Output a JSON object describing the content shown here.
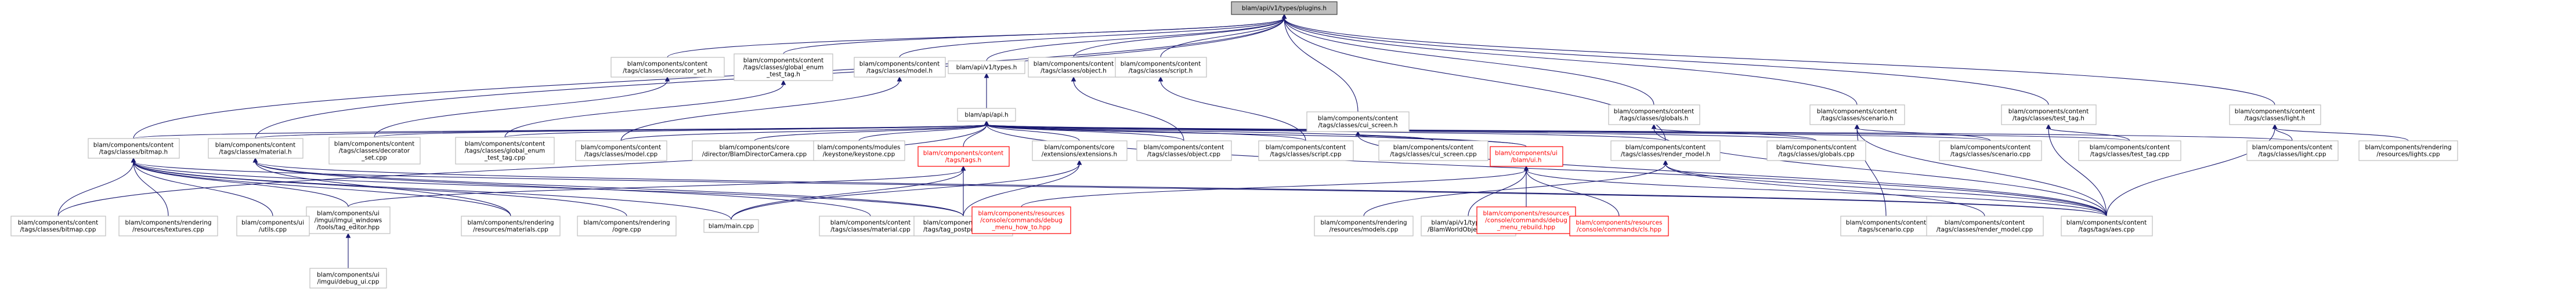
{
  "colors": {
    "node_fill": "#ffffff",
    "node_border": "#bfbfbf",
    "root_fill": "#bfbfbf",
    "root_border": "#404040",
    "missing_file": "#ff0000",
    "edge": "#191970"
  },
  "nodes": [
    {
      "id": "n0",
      "lines": [
        "blam/api/v1/types/plugins.h"
      ],
      "style": "root"
    },
    {
      "id": "n1",
      "lines": [
        "blam/components/content",
        "/tags/classes/decorator_set.h"
      ]
    },
    {
      "id": "n2",
      "lines": [
        "blam/components/content",
        "/tags/classes/global_enum",
        "_test_tag.h"
      ]
    },
    {
      "id": "n3",
      "lines": [
        "blam/components/content",
        "/tags/classes/model.h"
      ]
    },
    {
      "id": "n4",
      "lines": [
        "blam/api/v1/types.h"
      ]
    },
    {
      "id": "n5",
      "lines": [
        "blam/components/content",
        "/tags/classes/object.h"
      ]
    },
    {
      "id": "n6",
      "lines": [
        "blam/components/content",
        "/tags/classes/script.h"
      ]
    },
    {
      "id": "n7",
      "lines": [
        "blam/components/content",
        "/tags/classes/bitmap.h"
      ]
    },
    {
      "id": "n8",
      "lines": [
        "blam/components/content",
        "/tags/classes/material.h"
      ]
    },
    {
      "id": "n9",
      "lines": [
        "blam/api/api.h"
      ]
    },
    {
      "id": "n10",
      "lines": [
        "blam/components/content",
        "/tags/classes/cui_screen.h"
      ]
    },
    {
      "id": "n11",
      "lines": [
        "blam/components/content",
        "/tags/classes/globals.h"
      ]
    },
    {
      "id": "n12",
      "lines": [
        "blam/components/content",
        "/tags/classes/scenario.h"
      ]
    },
    {
      "id": "n13",
      "lines": [
        "blam/components/content",
        "/tags/classes/test_tag.h"
      ]
    },
    {
      "id": "n14",
      "lines": [
        "blam/components/content",
        "/tags/classes/light.h"
      ]
    },
    {
      "id": "n15",
      "lines": [
        "blam/components/content",
        "/tags/classes/decorator",
        "_set.cpp"
      ]
    },
    {
      "id": "n16",
      "lines": [
        "blam/components/content",
        "/tags/classes/global_enum",
        "_test_tag.cpp"
      ]
    },
    {
      "id": "n17",
      "lines": [
        "blam/components/content",
        "/tags/classes/model.cpp"
      ]
    },
    {
      "id": "n18",
      "lines": [
        "blam/components/core",
        "/director/BlamDirectorCamera.cpp"
      ]
    },
    {
      "id": "n19",
      "lines": [
        "blam/components/modules",
        "/keystone/keystone.cpp"
      ]
    },
    {
      "id": "n20",
      "lines": [
        "blam/components/content",
        "/tags/tags.h"
      ],
      "style": "red"
    },
    {
      "id": "n21",
      "lines": [
        "blam/components/core",
        "/extensions/extensions.h"
      ]
    },
    {
      "id": "n22",
      "lines": [
        "blam/components/content",
        "/tags/classes/object.cpp"
      ]
    },
    {
      "id": "n23",
      "lines": [
        "blam/components/content",
        "/tags/classes/script.cpp"
      ]
    },
    {
      "id": "n24",
      "lines": [
        "blam/components/content",
        "/tags/classes/cui_screen.cpp"
      ]
    },
    {
      "id": "n25",
      "lines": [
        "blam/components/ui",
        "/blam/ui.h"
      ],
      "style": "red"
    },
    {
      "id": "n26",
      "lines": [
        "blam/components/content",
        "/tags/classes/render_model.h"
      ]
    },
    {
      "id": "n27",
      "lines": [
        "blam/components/content",
        "/tags/classes/globals.cpp"
      ]
    },
    {
      "id": "n28",
      "lines": [
        "blam/components/content",
        "/tags/classes/scenario.cpp"
      ]
    },
    {
      "id": "n29",
      "lines": [
        "blam/components/content",
        "/tags/classes/test_tag.cpp"
      ]
    },
    {
      "id": "n30",
      "lines": [
        "blam/components/content",
        "/tags/classes/light.cpp"
      ]
    },
    {
      "id": "n31",
      "lines": [
        "blam/components/rendering",
        "/resources/lights.cpp"
      ]
    },
    {
      "id": "n32",
      "lines": [
        "blam/components/content",
        "/tags/classes/bitmap.cpp"
      ]
    },
    {
      "id": "n33",
      "lines": [
        "blam/components/rendering",
        "/resources/textures.cpp"
      ]
    },
    {
      "id": "n34",
      "lines": [
        "blam/components/content",
        "/tags/classes/material.cpp"
      ]
    },
    {
      "id": "n35",
      "lines": [
        "blam/components/content",
        "/tags/tag_postprocess.cpp"
      ]
    },
    {
      "id": "n36",
      "lines": [
        "blam/components/resources",
        "/console/commands/debug",
        "_menu_how_to.hpp"
      ],
      "style": "red"
    },
    {
      "id": "n37",
      "lines": [
        "blam/components/rendering",
        "/resources/models.cpp"
      ]
    },
    {
      "id": "n38",
      "lines": [
        "blam/api/v1/types/world",
        "/BlamWorldObject_Tag.cpp"
      ]
    },
    {
      "id": "n39",
      "lines": [
        "blam/components/resources",
        "/console/commands/debug",
        "_menu_rebuild.hpp"
      ],
      "style": "red"
    },
    {
      "id": "n40",
      "lines": [
        "blam/components/resources",
        "/console/commands/cls.hpp"
      ],
      "style": "red"
    },
    {
      "id": "n41",
      "lines": [
        "blam/components/content",
        "/tags/scenario.cpp"
      ]
    },
    {
      "id": "n42",
      "lines": [
        "blam/components/content",
        "/tags/classes/render_model.cpp"
      ]
    },
    {
      "id": "n43",
      "lines": [
        "blam/components/content",
        "/tags/tags/aes.cpp"
      ]
    },
    {
      "id": "n44",
      "lines": [
        "blam/components/ui",
        "/imgui/imgui_windows",
        "/tools/tag_editor.hpp"
      ]
    },
    {
      "id": "n45",
      "lines": [
        "blam/components/rendering",
        "/resources/materials.cpp"
      ]
    },
    {
      "id": "n46",
      "lines": [
        "blam/components/rendering",
        "/ogre.cpp"
      ]
    },
    {
      "id": "n47",
      "lines": [
        "blam/main.cpp"
      ]
    },
    {
      "id": "n48",
      "lines": [
        "blam/components/ui",
        "/imgui/debug_ui.cpp"
      ]
    },
    {
      "id": "n49",
      "lines": [
        "blam/components/ui",
        "/utils.cpp"
      ]
    }
  ],
  "edges": [
    [
      "n0",
      "n1"
    ],
    [
      "n0",
      "n2"
    ],
    [
      "n0",
      "n3"
    ],
    [
      "n0",
      "n4"
    ],
    [
      "n0",
      "n5"
    ],
    [
      "n0",
      "n6"
    ],
    [
      "n0",
      "n7"
    ],
    [
      "n0",
      "n8"
    ],
    [
      "n0",
      "n10"
    ],
    [
      "n0",
      "n11"
    ],
    [
      "n0",
      "n12"
    ],
    [
      "n0",
      "n13"
    ],
    [
      "n0",
      "n14"
    ],
    [
      "n0",
      "n26"
    ],
    [
      "n1",
      "n15"
    ],
    [
      "n2",
      "n16"
    ],
    [
      "n3",
      "n17"
    ],
    [
      "n4",
      "n9"
    ],
    [
      "n5",
      "n22"
    ],
    [
      "n6",
      "n23"
    ],
    [
      "n9",
      "n7"
    ],
    [
      "n9",
      "n8"
    ],
    [
      "n9",
      "n15"
    ],
    [
      "n9",
      "n16"
    ],
    [
      "n9",
      "n17"
    ],
    [
      "n9",
      "n18"
    ],
    [
      "n9",
      "n19"
    ],
    [
      "n9",
      "n20"
    ],
    [
      "n9",
      "n21"
    ],
    [
      "n9",
      "n22"
    ],
    [
      "n9",
      "n23"
    ],
    [
      "n9",
      "n24"
    ],
    [
      "n9",
      "n25"
    ],
    [
      "n9",
      "n26"
    ],
    [
      "n9",
      "n27"
    ],
    [
      "n9",
      "n28"
    ],
    [
      "n9",
      "n29"
    ],
    [
      "n9",
      "n30"
    ],
    [
      "n9",
      "n32"
    ],
    [
      "n9",
      "n43"
    ],
    [
      "n10",
      "n24"
    ],
    [
      "n10",
      "n25"
    ],
    [
      "n10",
      "n43"
    ],
    [
      "n11",
      "n27"
    ],
    [
      "n11",
      "n43"
    ],
    [
      "n12",
      "n28"
    ],
    [
      "n12",
      "n41"
    ],
    [
      "n12",
      "n43"
    ],
    [
      "n13",
      "n29"
    ],
    [
      "n13",
      "n43"
    ],
    [
      "n14",
      "n30"
    ],
    [
      "n14",
      "n31"
    ],
    [
      "n14",
      "n43"
    ],
    [
      "n7",
      "n32"
    ],
    [
      "n7",
      "n33"
    ],
    [
      "n7",
      "n49"
    ],
    [
      "n7",
      "n44"
    ],
    [
      "n7",
      "n45"
    ],
    [
      "n7",
      "n46"
    ],
    [
      "n7",
      "n35"
    ],
    [
      "n7",
      "n43"
    ],
    [
      "n7",
      "n47"
    ],
    [
      "n8",
      "n34"
    ],
    [
      "n8",
      "n45"
    ],
    [
      "n8",
      "n43"
    ],
    [
      "n8",
      "n35"
    ],
    [
      "n20",
      "n35"
    ],
    [
      "n20",
      "n47"
    ],
    [
      "n20",
      "n44"
    ],
    [
      "n21",
      "n47"
    ],
    [
      "n21",
      "n35"
    ],
    [
      "n25",
      "n36"
    ],
    [
      "n25",
      "n38"
    ],
    [
      "n25",
      "n39"
    ],
    [
      "n25",
      "n40"
    ],
    [
      "n25",
      "n43"
    ],
    [
      "n26",
      "n37"
    ],
    [
      "n26",
      "n42"
    ],
    [
      "n26",
      "n43"
    ],
    [
      "n44",
      "n48"
    ]
  ]
}
